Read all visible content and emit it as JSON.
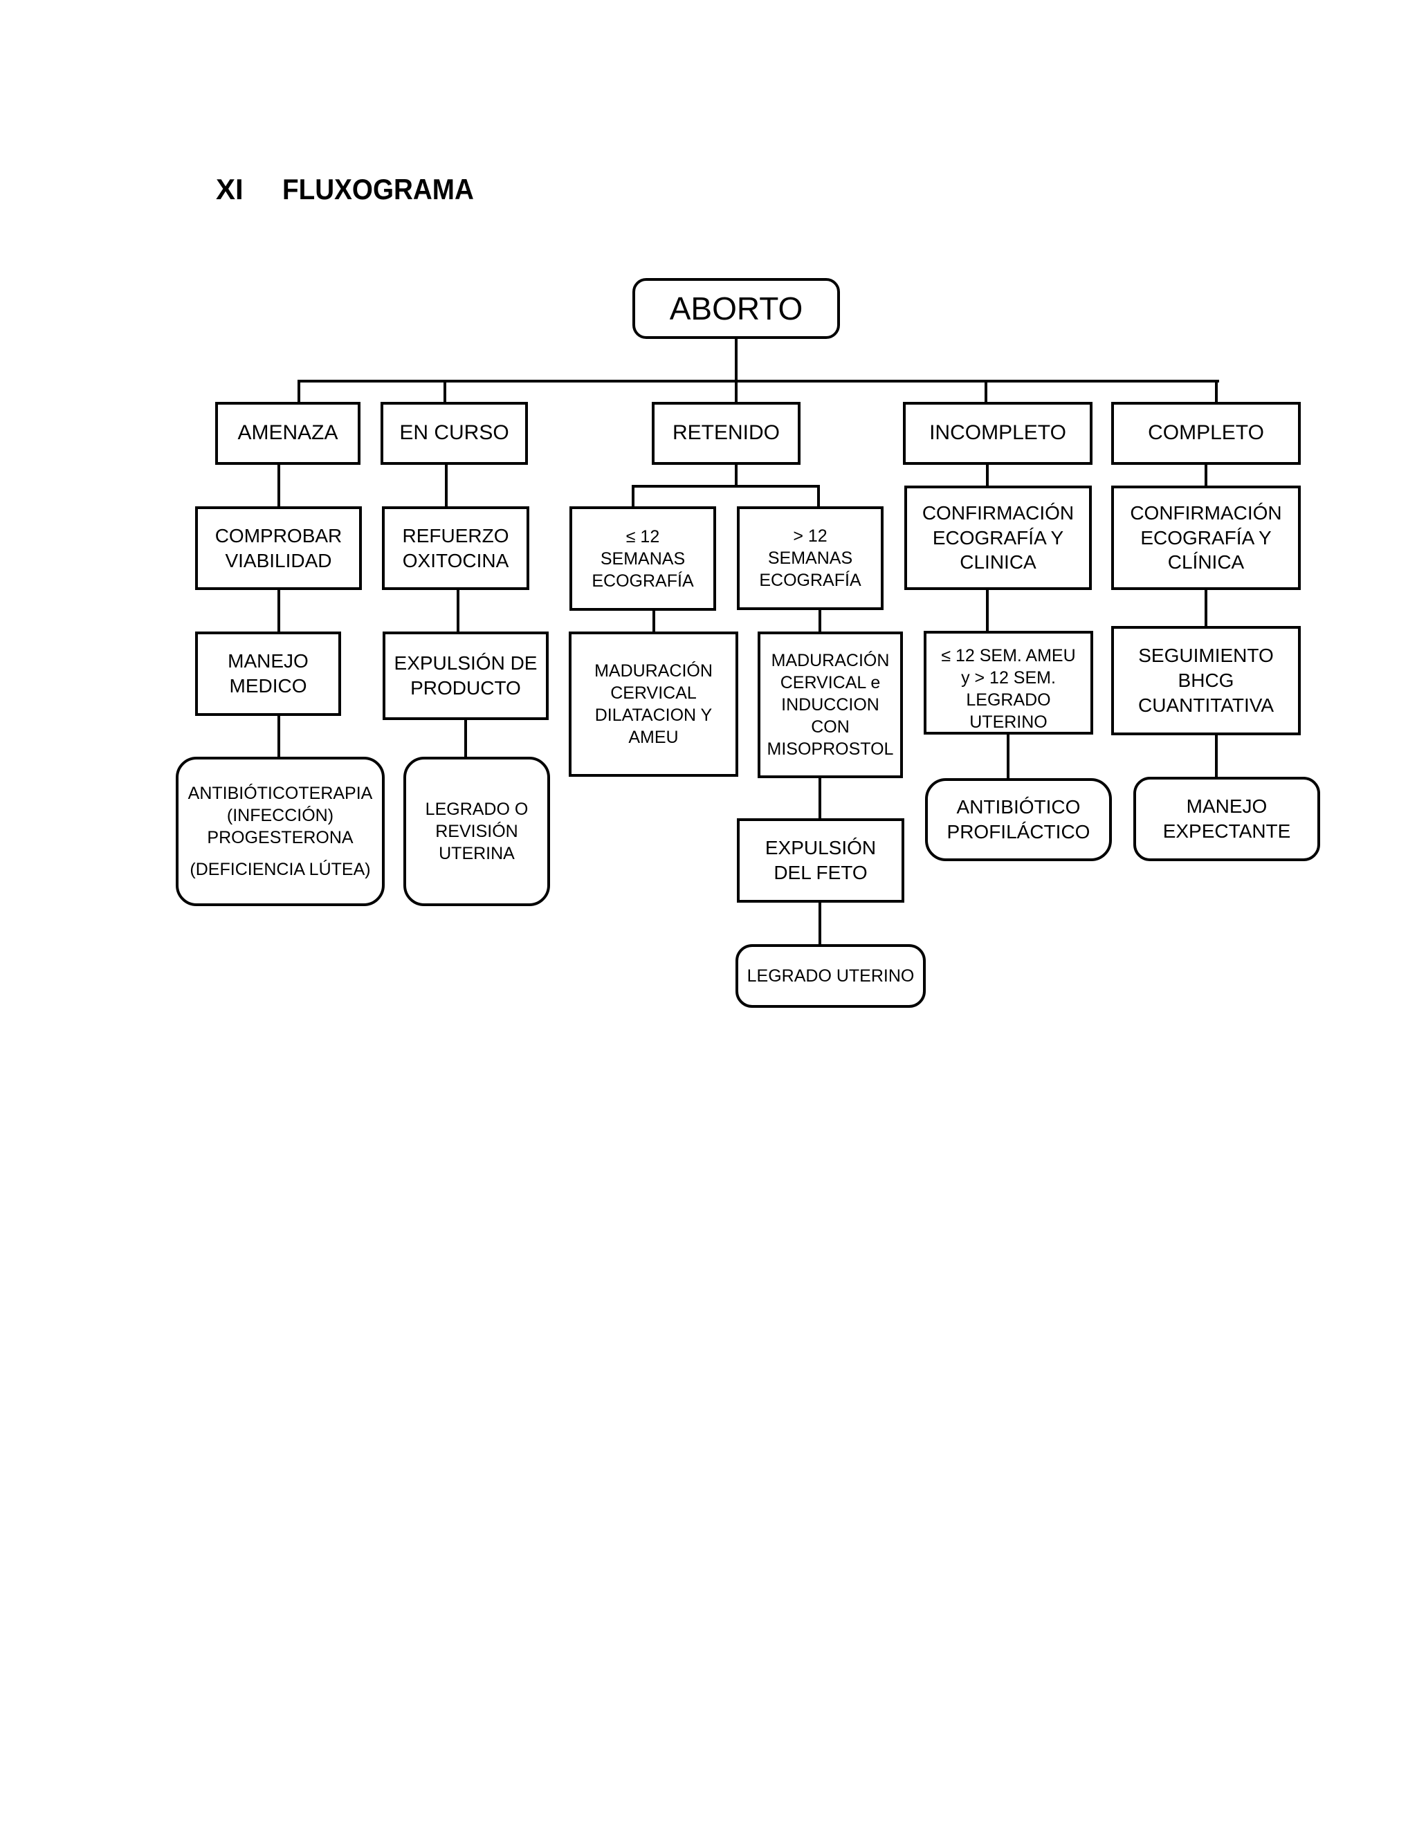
{
  "title": {
    "number": "XI",
    "label": "FLUXOGRAMA"
  },
  "flowchart": {
    "nodes": {
      "aborto": "ABORTO",
      "amenaza": "AMENAZA",
      "en_curso": "EN CURSO",
      "retenido": "RETENIDO",
      "incompleto": "INCOMPLETO",
      "completo": "COMPLETO",
      "comprobar_viabilidad": "COMPROBAR\nVIABILIDAD",
      "refuerzo_oxitocina": "REFUERZO\nOXITOCINA",
      "semanas_menor_12": "≤ 12\nSEMANAS\nECOGRAFÍA",
      "semanas_mayor_12": "> 12\nSEMANAS\nECOGRAFÍA",
      "confirmacion_incompleto": "CONFIRMACIÓN\nECOGRAFÍA Y\nCLINICA",
      "confirmacion_completo": "CONFIRMACIÓN\nECOGRAFÍA Y\nCLÍNICA",
      "manejo_medico": "MANEJO\nMEDICO",
      "expulsion_de_producto": "EXPULSIÓN DE\nPRODUCTO",
      "maduracion_ameu": "MADURACIÓN\nCERVICAL\nDILATACION Y\nAMEU",
      "maduracion_misoprostol": "MADURACIÓN\nCERVICAL e\nINDUCCION\nCON\nMISOPROSTOL",
      "sem_ameu_legrado": "≤ 12 SEM. AMEU\ny  > 12 SEM.\nLEGRADO UTERINO",
      "seguimiento_bhcg": "SEGUIMIENTO\nBHCG\nCUANTITATIVA",
      "antibioticoterapia_main": "ANTIBIÓTICOTERAPIA\n(INFECCIÓN)\nPROGESTERONA",
      "antibioticoterapia_sub": "(DEFICIENCIA LÚTEA)",
      "legrado_o_revision": "LEGRADO O\nREVISIÓN\nUTERINA",
      "expulsion_del_feto": "EXPULSIÓN\nDEL FETO",
      "antibiotico_profilactico": "ANTIBIÓTICO\nPROFILÁCTICO",
      "manejo_expectante": "MANEJO\nEXPECTANTE",
      "legrado_uterino": "LEGRADO UTERINO"
    }
  }
}
